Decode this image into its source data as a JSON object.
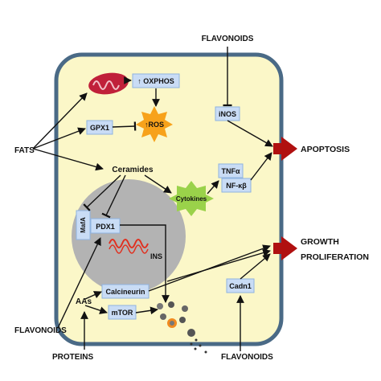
{
  "colors": {
    "cell_fill": "#fbf7c8",
    "cell_stroke": "#4a6a86",
    "nucleus_fill": "#b3b3b3",
    "box_fill": "#c9dcf5",
    "box_stroke": "#8fb3e0",
    "ros_fill": "#f7a21b",
    "cytokines_fill": "#9ad24a",
    "outcome_arrow": "#b01010",
    "mitochondrion": "#c0203a",
    "ins_strand": "#e03020",
    "line": "#111111"
  },
  "labels": {
    "flavonoids_top": "FLAVONOIDS",
    "flavonoids_left": "FLAVONOIDS",
    "flavonoids_bottom": "FLAVONOIDS",
    "fats": "FATS",
    "proteins": "PROTEINS",
    "apoptosis": "APOPTOSIS",
    "growth_line1": "GROWTH",
    "growth_line2": "PROLIFERATION"
  },
  "nodes": {
    "oxphos": "↑ OXPHOS",
    "ros": "↑ROS",
    "gpx1": "GPX1",
    "inos": "iNOS",
    "ceramides": "Ceramides",
    "cytokines": "Cytokines",
    "tnfa": "TNFα",
    "nfkb": "NF-κβ",
    "mafa": "MafA",
    "pdx1": "PDX1",
    "ins": "INS",
    "calcineurin": "Calcineurin",
    "aas": "AAs",
    "mtor": "mTOR",
    "cadn1": "Cadn1"
  },
  "icons": [
    "mitochondrion-icon",
    "ros-burst-icon",
    "cytokines-burst-icon",
    "insulin-gene-icon",
    "granule-icon",
    "exocytosis-icon",
    "apoptosis-arrow-icon",
    "growth-arrow-icon"
  ]
}
